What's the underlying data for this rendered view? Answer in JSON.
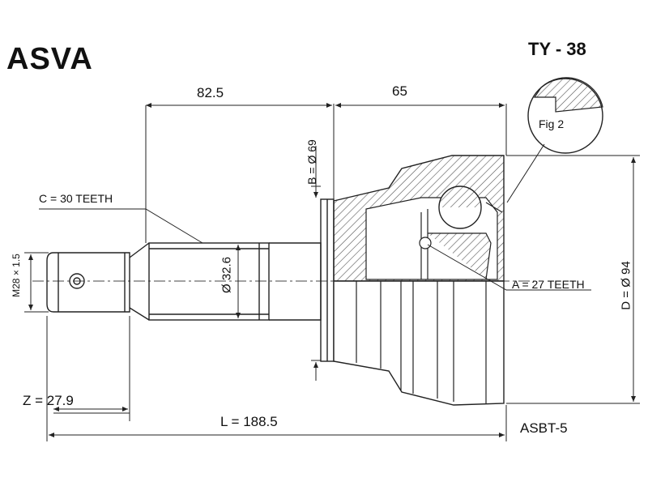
{
  "brand": "ASVA",
  "part_number": "TY - 38",
  "labels": {
    "dim_82_5": "82.5",
    "dim_65": "65",
    "b_dia": "B = Ø 69",
    "c_teeth": "C = 30 TEETH",
    "m_thread": "M28 × 1.5",
    "shaft_dia": "Ø 32.6",
    "a_teeth": "A = 27 TEETH",
    "d_dia": "D = Ø 94",
    "z_val": "Z = 27.9",
    "l_val": "L = 188.5",
    "code": "ASBT-5",
    "fig": "Fig 2"
  },
  "colors": {
    "line": "#222222",
    "hatch": "#555555"
  }
}
